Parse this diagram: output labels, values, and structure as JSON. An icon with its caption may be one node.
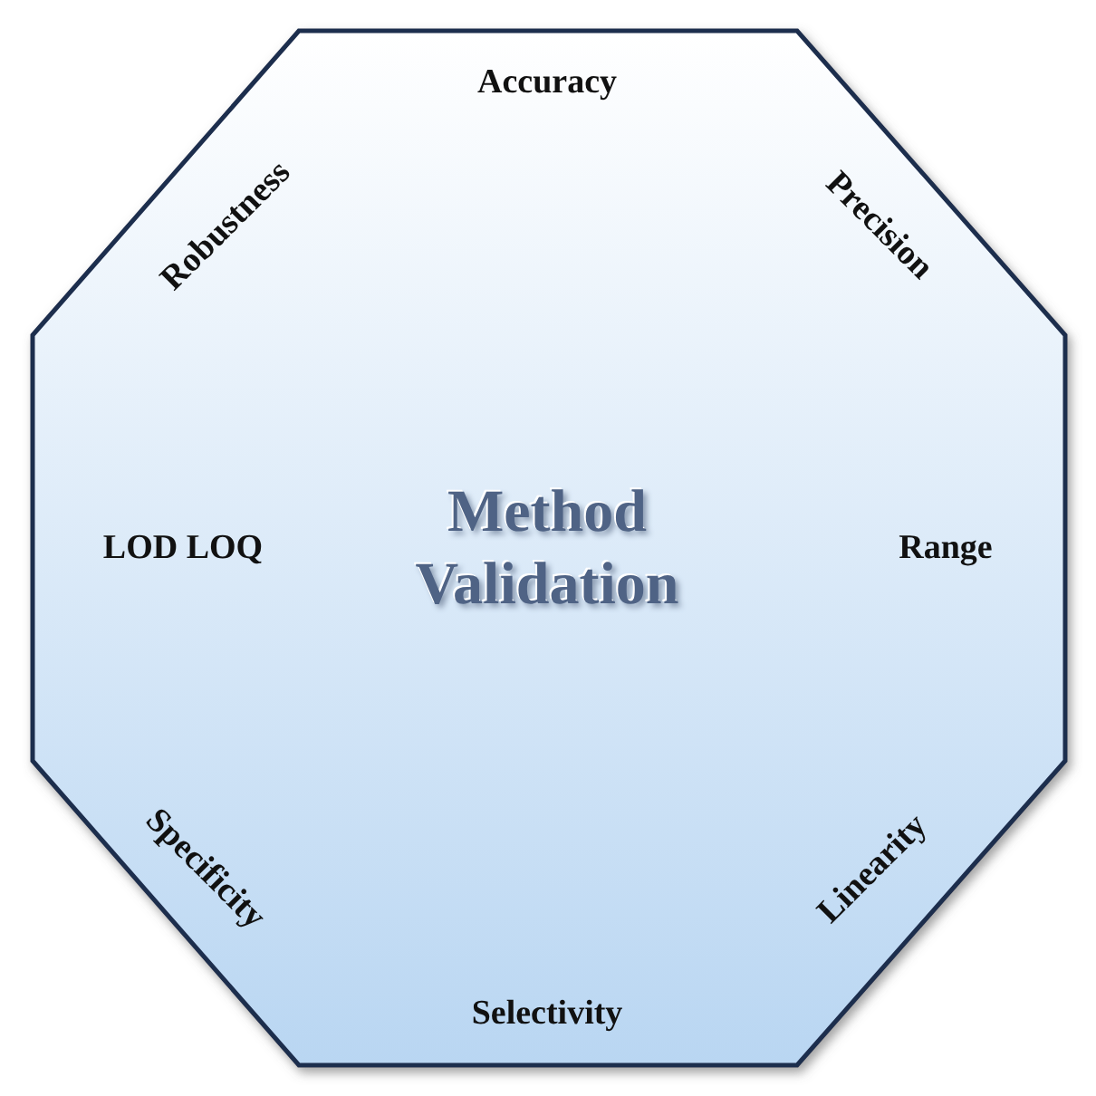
{
  "diagram": {
    "nodes": [
      {
        "text": [
          "Accuracy",
          "Robustness",
          "Precision",
          "LOD LOQ",
          "Method Validation",
          "Range",
          "Specificity",
          "Linearity",
          "Selectivity"
        ]
      }
    ]
  }
}
